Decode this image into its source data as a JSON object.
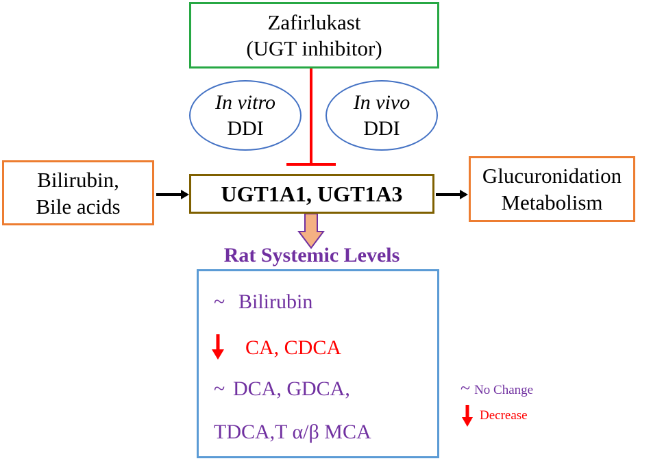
{
  "inhibitor": {
    "name": "Zafirlukast",
    "role": "(UGT inhibitor)"
  },
  "ddi_left": {
    "mode": "In vitro",
    "label": "DDI"
  },
  "ddi_right": {
    "mode": "In vivo",
    "label": "DDI"
  },
  "substrates": {
    "line1": "Bilirubin,",
    "line2": "Bile acids"
  },
  "enzymes": "UGT1A1, UGT1A3",
  "metabolism": {
    "line1": "Glucuronidation",
    "line2": "Metabolism"
  },
  "levels": {
    "title": "Rat Systemic Levels",
    "items": [
      {
        "marker": "~",
        "text": "Bilirubin"
      },
      {
        "marker": "down-arrow-icon",
        "text": "CA, CDCA"
      },
      {
        "marker": "~",
        "text": "DCA, GDCA,"
      },
      {
        "marker": "",
        "text": "TDCA,T α/β MCA"
      }
    ]
  },
  "legend": {
    "no_change_symbol": "~",
    "no_change": "No Change",
    "decrease": "Decrease"
  },
  "colors": {
    "inhibitor_border": "#27a844",
    "ellipse_border": "#4472c4",
    "orange_border": "#ed7d31",
    "enzyme_border": "#7f6000",
    "levels_border": "#5b9bd5",
    "purple_text": "#7030a0",
    "red": "#ff0000",
    "block_arrow_fill": "#f4b183"
  }
}
